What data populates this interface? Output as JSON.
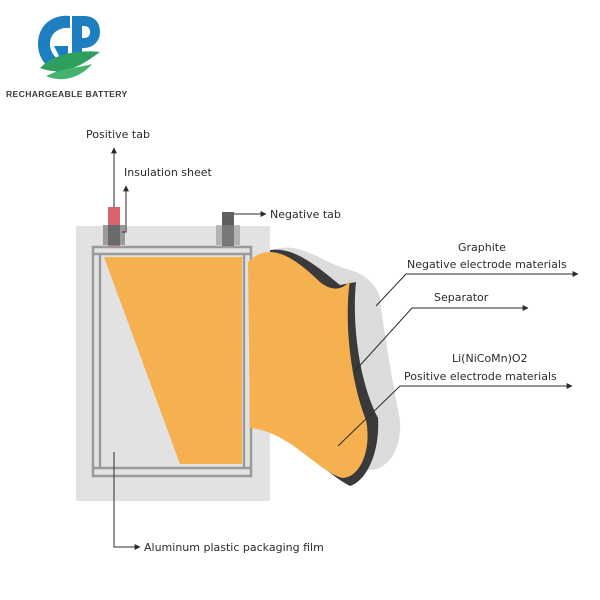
{
  "brand": {
    "tagline": "RECHARGEABLE BATTERY",
    "logo_letters": "GP",
    "colors": {
      "blue": "#1d7fc0",
      "green": "#2e9f5c"
    }
  },
  "diagram": {
    "labels": {
      "positive_tab": "Positive tab",
      "insulation_sheet": "Insulation sheet",
      "negative_tab": "Negative tab",
      "graphite": "Graphite",
      "negative_electrode_materials": "Negative electrode materials",
      "separator": "Separator",
      "cathode_formula": "Li(NiCoMn)O2",
      "positive_electrode_materials": "Positive electrode materials",
      "packaging_film": "Aluminum plastic packaging film"
    },
    "colors": {
      "electrode": "#f5b04f",
      "pouch": "#e2e2e2",
      "separator": "#3a3a3a",
      "positive_tab": "#d9636a",
      "negative_tab": "#5f5f5f"
    }
  }
}
